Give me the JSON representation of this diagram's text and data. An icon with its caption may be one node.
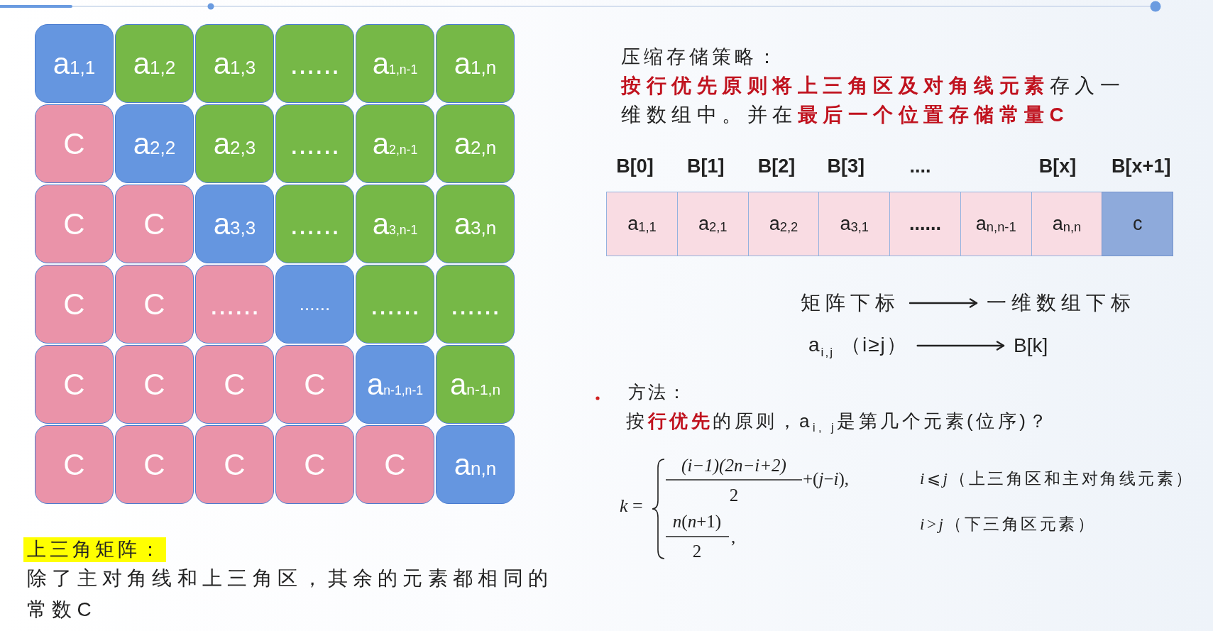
{
  "diagram": {
    "nodes": [
      {
        "text": [
          "a$_{1,1}$"
        ]
      },
      {
        "text": [
          "a$_{1,2}$"
        ]
      },
      {
        "text": [
          "a$_{1,3}$"
        ]
      },
      {
        "text": [
          "......"
        ]
      },
      {
        "text": [
          "a$_{1,n-1}$"
        ]
      },
      {
        "text": [
          "a$_{1,n}$"
        ]
      },
      {
        "text": [
          "C"
        ]
      },
      {
        "text": [
          "a$_{2,2}$"
        ]
      },
      {
        "text": [
          "a$_{2,3}$"
        ]
      },
      {
        "text": [
          "......"
        ]
      },
      {
        "text": [
          "a$_{2,n-1}$"
        ]
      },
      {
        "text": [
          "a$_{2,n}$"
        ]
      },
      {
        "text": [
          "C"
        ]
      },
      {
        "text": [
          "C"
        ]
      },
      {
        "text": [
          "a$_{3,3}$"
        ]
      },
      {
        "text": [
          "......"
        ]
      },
      {
        "text": [
          "a$_{3,n-1}$"
        ]
      },
      {
        "text": [
          "a$_{3,n}$"
        ]
      },
      {
        "text": [
          "C"
        ]
      },
      {
        "text": [
          "C"
        ]
      },
      {
        "text": [
          "......"
        ]
      },
      {
        "text": [
          "......"
        ]
      },
      {
        "text": [
          "......"
        ]
      },
      {
        "text": [
          "......"
        ]
      },
      {
        "text": [
          "C"
        ]
      },
      {
        "text": [
          "C"
        ]
      },
      {
        "text": [
          "C"
        ]
      },
      {
        "text": [
          "C"
        ]
      },
      {
        "text": [
          "a$_{n-1,n-1}$"
        ]
      },
      {
        "text": [
          "a$_{n-1,n}$"
        ]
      },
      {
        "text": [
          "C"
        ]
      },
      {
        "text": [
          "C"
        ]
      },
      {
        "text": [
          "C"
        ]
      },
      {
        "text": [
          "C"
        ]
      },
      {
        "text": [
          "C"
        ]
      },
      {
        "text": [
          "a$_{n,n}$"
        ]
      },
      {
        "text": [
          "a$_{1,1}$"
        ],
        "beside": [
          "B[0]"
        ]
      },
      {
        "text": [
          "a$_{2,1}$"
        ],
        "beside": [
          "B[1]"
        ]
      },
      {
        "text": [
          "a$_{2,2}$"
        ],
        "beside": [
          "B[2]"
        ]
      },
      {
        "text": [
          "a$_{3,1}$"
        ],
        "beside": [
          "B[3]"
        ]
      },
      {
        "text": [
          "......"
        ],
        "beside": [
          "...."
        ]
      },
      {
        "text": [
          "a$_{n,n-1}$"
        ]
      },
      {
        "text": [
          "a$_{n,n}$"
        ],
        "beside": [
          "B[x]"
        ]
      },
      {
        "text": [
          "c"
        ],
        "beside": [
          "B[x+1]"
        ]
      },
      {
        "text": [
          "矩阵下标"
        ]
      },
      {
        "text": [
          "一维数组下标"
        ]
      },
      {
        "text": [
          "a$_{i,j}$ （i≥j）"
        ]
      },
      {
        "text": [
          "B[k]"
        ]
      },
      {
        "text": [
          "上三角矩阵："
        ]
      }
    ],
    "edges": [
      {
        "from": 44,
        "to": 45,
        "arrow": "to"
      },
      {
        "from": 46,
        "to": 47,
        "arrow": "to"
      }
    ],
    "labels": [
      "压缩存储策略：",
      "**按行优先原则将上三角区及对角线元素**存入一维数组中。并在**最后一个位置存储常量C**",
      "方法：",
      "按**行优先**的原则，a$_{i, j}$是第几个元素(位序)？",
      "*k* =",
      "(i−1)(2n−i+2)",
      "2",
      "+(*j*−*i*),",
      "*i*⩽*j*（上三角区和主对角线元素）",
      "*n*(*n*+1)",
      "2",
      ",",
      "*i*>*j*（下三角区元素）",
      "除了主对角线和上三角区，其余的元素都相同的常数C"
    ]
  }
}
